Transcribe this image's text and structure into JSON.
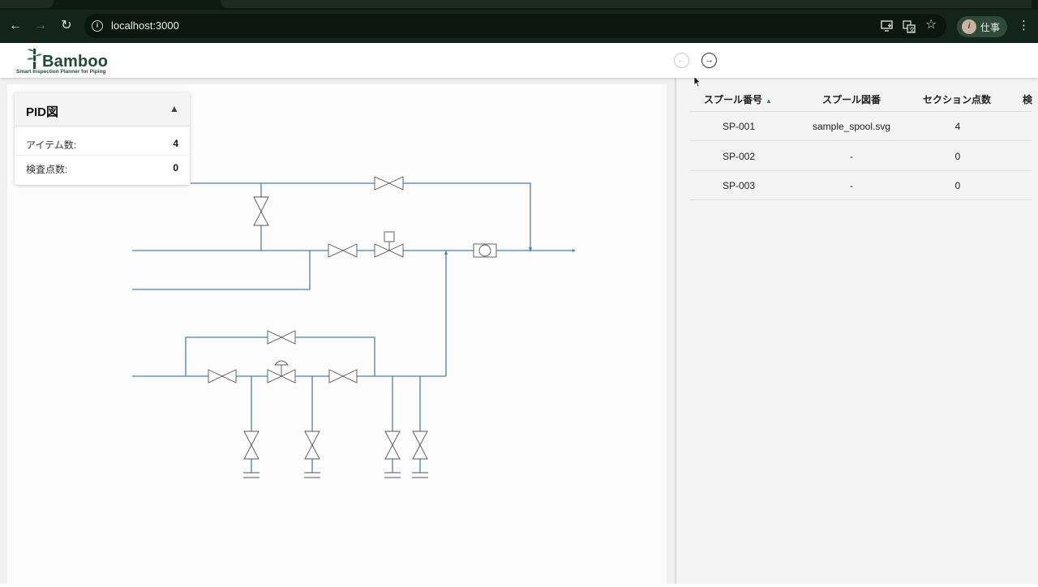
{
  "browser": {
    "url": "localhost:3000",
    "profile_name": "仕事",
    "profile_initial": "i",
    "icons": [
      "back-icon",
      "forward-icon",
      "reload-icon",
      "site-info-icon",
      "install-app-icon",
      "translate-icon",
      "bookmark-star-icon",
      "more-menu-icon"
    ]
  },
  "app": {
    "logo_name": "Bamboo",
    "logo_tagline": "Smart Inspection Planner for Piping",
    "history": {
      "back_disabled": true,
      "forward_disabled": false
    }
  },
  "info_card": {
    "title": "PID図",
    "toggle": "▲",
    "rows": [
      {
        "label": "アイテム数:",
        "value": "4"
      },
      {
        "label": "検査点数:",
        "value": "0"
      }
    ]
  },
  "spool_table": {
    "columns": [
      {
        "label": "スプール番号",
        "sort": "▲"
      },
      {
        "label": "スプール図番"
      },
      {
        "label": "セクション点数"
      },
      {
        "label": "検"
      }
    ],
    "rows": [
      {
        "spool_no": "SP-001",
        "drawing": "sample_spool.svg",
        "sections": "4"
      },
      {
        "spool_no": "SP-002",
        "drawing": "-",
        "sections": "0"
      },
      {
        "spool_no": "SP-003",
        "drawing": "-",
        "sections": "0"
      }
    ]
  },
  "colors": {
    "pipe": "#4a7fb5",
    "brand": "#1d4b33",
    "sort_accent": "#3a7d4e"
  }
}
